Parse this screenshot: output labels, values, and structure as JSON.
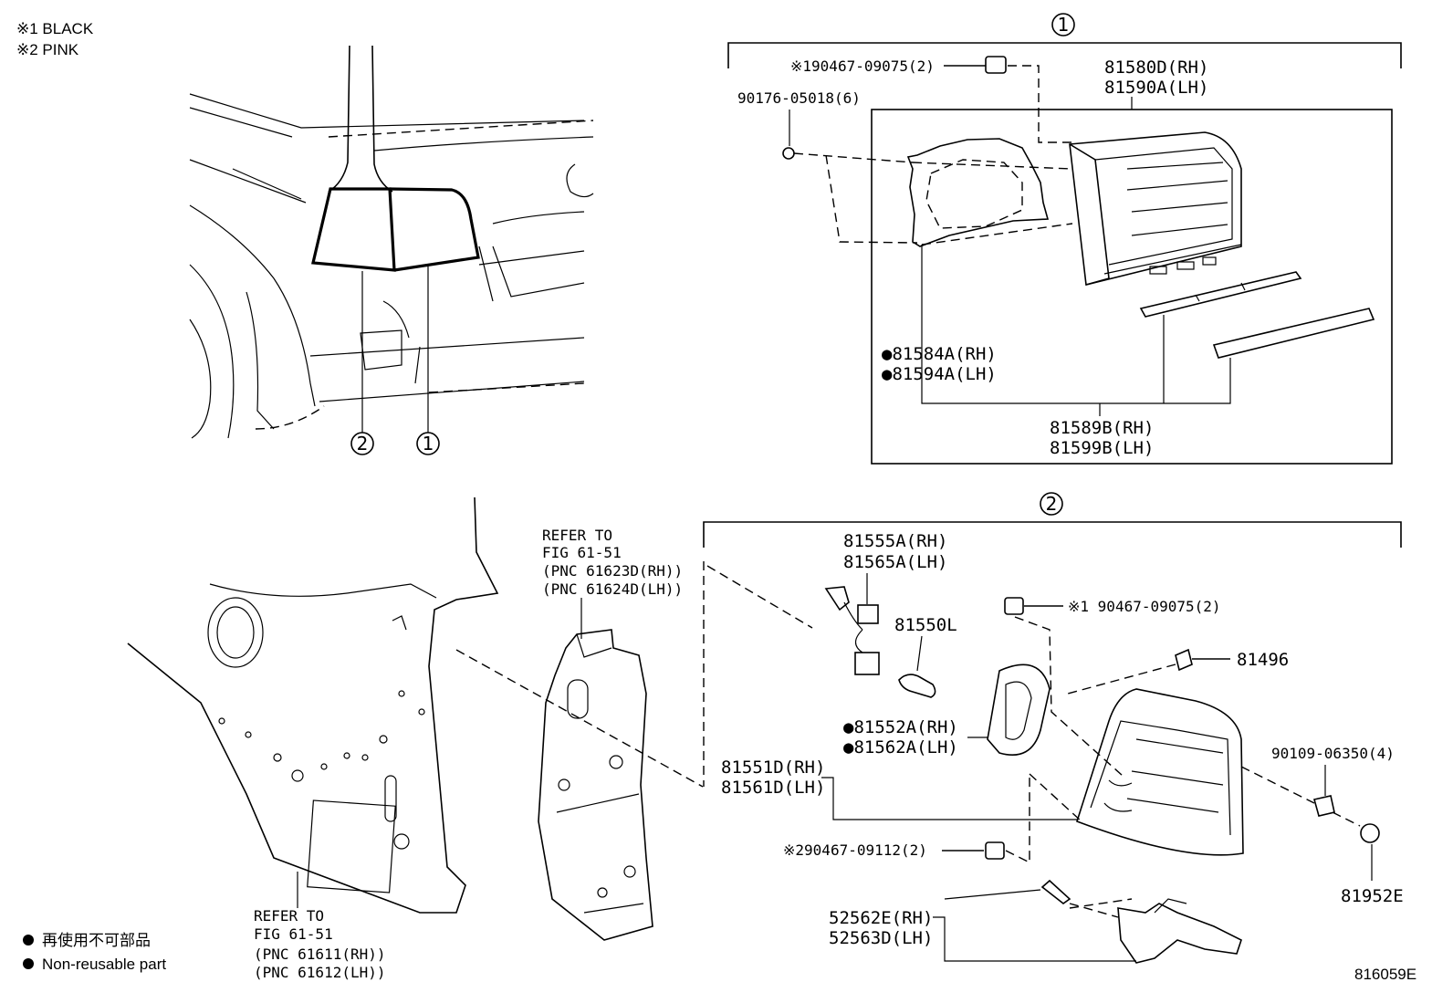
{
  "notes": {
    "note1": "※1 BLACK",
    "note2": "※2 PINK",
    "legend_jp": "再使用不可部品",
    "legend_en": "Non-reusable part",
    "figure_code": "816059E"
  },
  "callouts": {
    "c1": "1",
    "c2": "2"
  },
  "group1": {
    "p1": "※190467-09075(2)",
    "p2": "90176-05018(6)",
    "p3a": "81580D(RH)",
    "p3b": "81590A(LH)",
    "p4a": "●81584A(RH)",
    "p4b": "●81594A(LH)",
    "p5a": "81589B(RH)",
    "p5b": "81599B(LH)"
  },
  "group2": {
    "p1a": "81555A(RH)",
    "p1b": "81565A(LH)",
    "p2": "81550L",
    "p3": "※1 90467-09075(2)",
    "p4": "81496",
    "p5a": "●81552A(RH)",
    "p5b": "●81562A(LH)",
    "p6a": "81551D(RH)",
    "p6b": "81561D(LH)",
    "p7": "90109-06350(4)",
    "p8": "※290467-09112(2)",
    "p9": "81952E",
    "p10a": "52562E(RH)",
    "p10b": "52563D(LH)"
  },
  "refer_top": {
    "l1": "REFER TO",
    "l2": "FIG 61-51",
    "l3": "(PNC 61623D(RH))",
    "l4": "(PNC 61624D(LH))"
  },
  "refer_bottom": {
    "l1": "REFER TO",
    "l2": "FIG 61-51",
    "l3": "(PNC 61611(RH))",
    "l4": "(PNC 61612(LH))"
  }
}
